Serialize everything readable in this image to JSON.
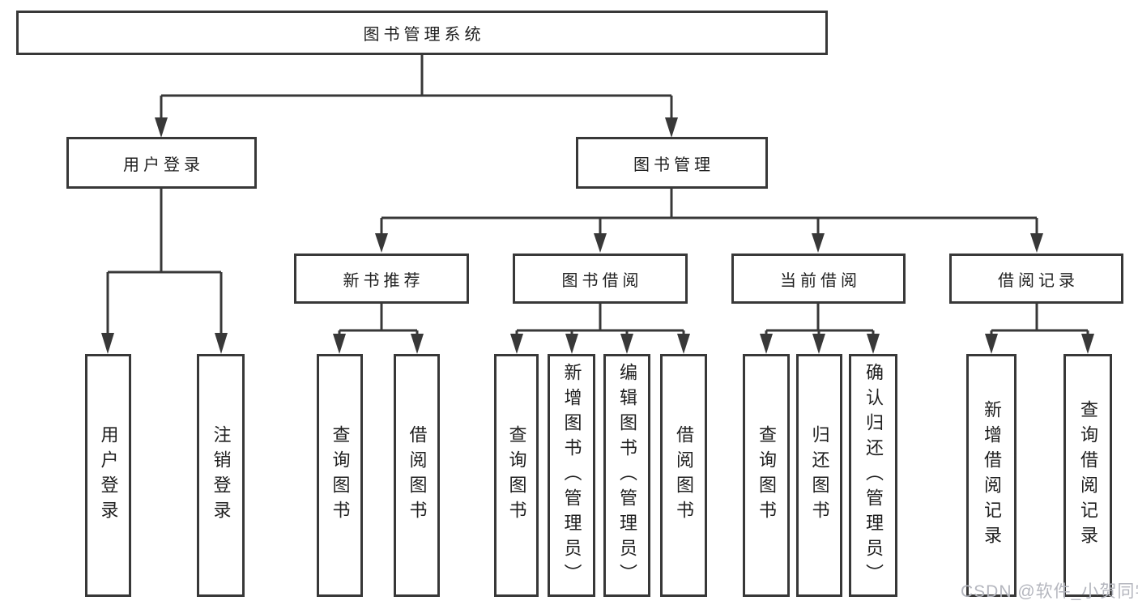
{
  "diagram": {
    "title": "图书管理系统",
    "type": "tree",
    "tree": {
      "label": "图书管理系统",
      "children": [
        {
          "label": "用户登录",
          "children": [
            {
              "label": "用户登录"
            },
            {
              "label": "注销登录"
            }
          ]
        },
        {
          "label": "图书管理",
          "children": [
            {
              "label": "新书推荐",
              "children": [
                {
                  "label": "查询图书"
                },
                {
                  "label": "借阅图书"
                }
              ]
            },
            {
              "label": "图书借阅",
              "children": [
                {
                  "label": "查询图书"
                },
                {
                  "label": "新增图书（管理员）"
                },
                {
                  "label": "编辑图书（管理员）"
                },
                {
                  "label": "借阅图书"
                }
              ]
            },
            {
              "label": "当前借阅",
              "children": [
                {
                  "label": "查询图书"
                },
                {
                  "label": "归还图书"
                },
                {
                  "label": "确认归还（管理员）"
                }
              ]
            },
            {
              "label": "借阅记录",
              "children": [
                {
                  "label": "新增借阅记录"
                },
                {
                  "label": "查询借阅记录"
                }
              ]
            }
          ]
        }
      ]
    },
    "colors": {
      "line": "#383838",
      "text": "#1f1f1f",
      "background": "#ffffff",
      "watermark": "#b4b6be"
    }
  },
  "watermark": "CSDN @软件_小贺同学"
}
